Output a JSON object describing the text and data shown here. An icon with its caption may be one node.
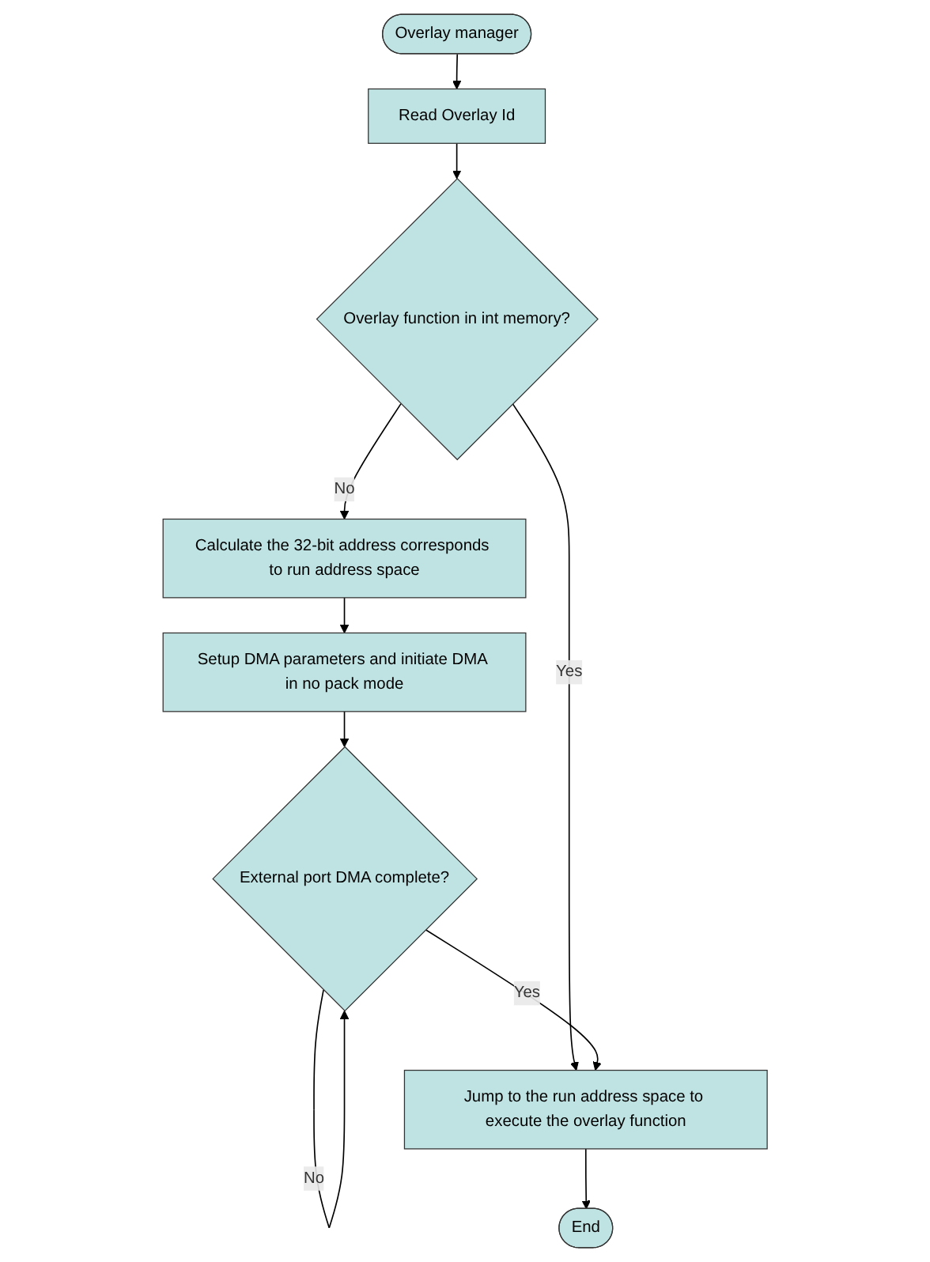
{
  "diagram": {
    "nodes": [
      {
        "text": [
          "Overlay manager"
        ]
      },
      {
        "text": [
          "Read Overlay Id"
        ]
      },
      {
        "text": [
          "Overlay function in int memory?"
        ]
      },
      {
        "text": [
          "Calculate the 32-bit address corresponds to run address space"
        ]
      },
      {
        "text": [
          "Setup DMA parameters and initiate DMA in no pack mode"
        ]
      },
      {
        "text": [
          "External port DMA complete?"
        ]
      },
      {
        "text": [
          "Jump to the run address space to execute the overlay function"
        ]
      },
      {
        "text": [
          "End"
        ]
      }
    ],
    "edges": [
      {
        "from": 0,
        "to": 1,
        "arrow": "to"
      },
      {
        "from": 1,
        "to": 2,
        "arrow": "to"
      },
      {
        "from": 2,
        "to": 3,
        "label": "No",
        "arrow": "to"
      },
      {
        "from": 2,
        "to": 6,
        "label": "Yes",
        "arrow": "to"
      },
      {
        "from": 3,
        "to": 4,
        "arrow": "to"
      },
      {
        "from": 4,
        "to": 5,
        "arrow": "to"
      },
      {
        "from": 5,
        "to": 5,
        "label": "No",
        "arrow": "to"
      },
      {
        "from": 5,
        "to": 6,
        "label": "Yes",
        "arrow": "to"
      },
      {
        "from": 6,
        "to": 7,
        "arrow": "to"
      }
    ]
  }
}
